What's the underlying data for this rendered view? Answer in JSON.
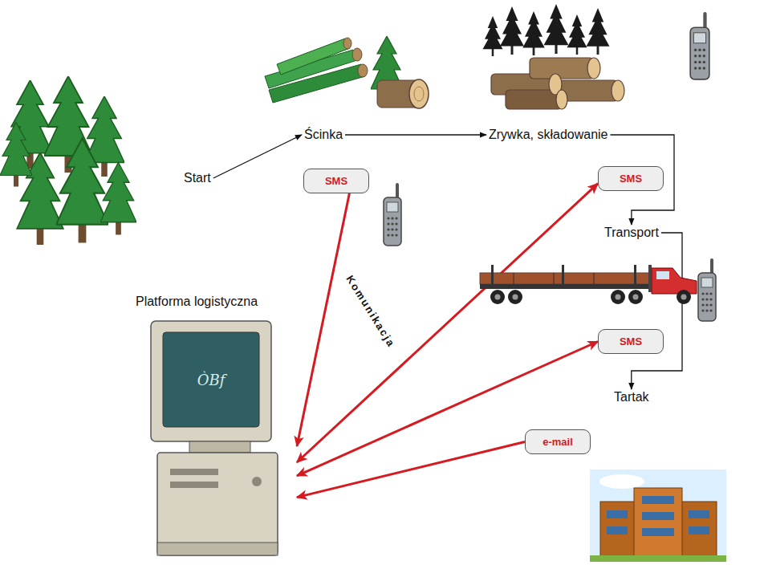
{
  "diagram": {
    "nodes": [
      {
        "text": [
          "Start"
        ]
      },
      {
        "text": [
          "Ścinka"
        ]
      },
      {
        "text": [
          "Zrywka, składowanie"
        ]
      },
      {
        "text": [
          "SMS"
        ]
      },
      {
        "text": [
          "SMS"
        ]
      },
      {
        "text": [
          "Transport"
        ]
      },
      {
        "text": [
          "Platforma logistyczna"
        ]
      },
      {
        "text": [
          "SMS"
        ]
      },
      {
        "text": [
          "Tartak"
        ]
      },
      {
        "text": [
          "e-mail"
        ]
      }
    ],
    "edges": [
      {
        "from": 0,
        "to": 1,
        "arrow": "to"
      },
      {
        "from": 1,
        "to": 2,
        "arrow": "to"
      },
      {
        "from": 2,
        "to": 5,
        "arrow": "to"
      },
      {
        "from": 5,
        "to": 8,
        "arrow": "to"
      },
      {
        "from": 3,
        "to": 6,
        "arrow": "to"
      },
      {
        "from": 6,
        "to": 4,
        "arrow": "both"
      },
      {
        "from": 6,
        "to": 7,
        "arrow": "both"
      },
      {
        "from": 9,
        "to": 6,
        "arrow": "to"
      }
    ],
    "labels": [
      "Komunikacja",
      "ÒBf"
    ]
  }
}
